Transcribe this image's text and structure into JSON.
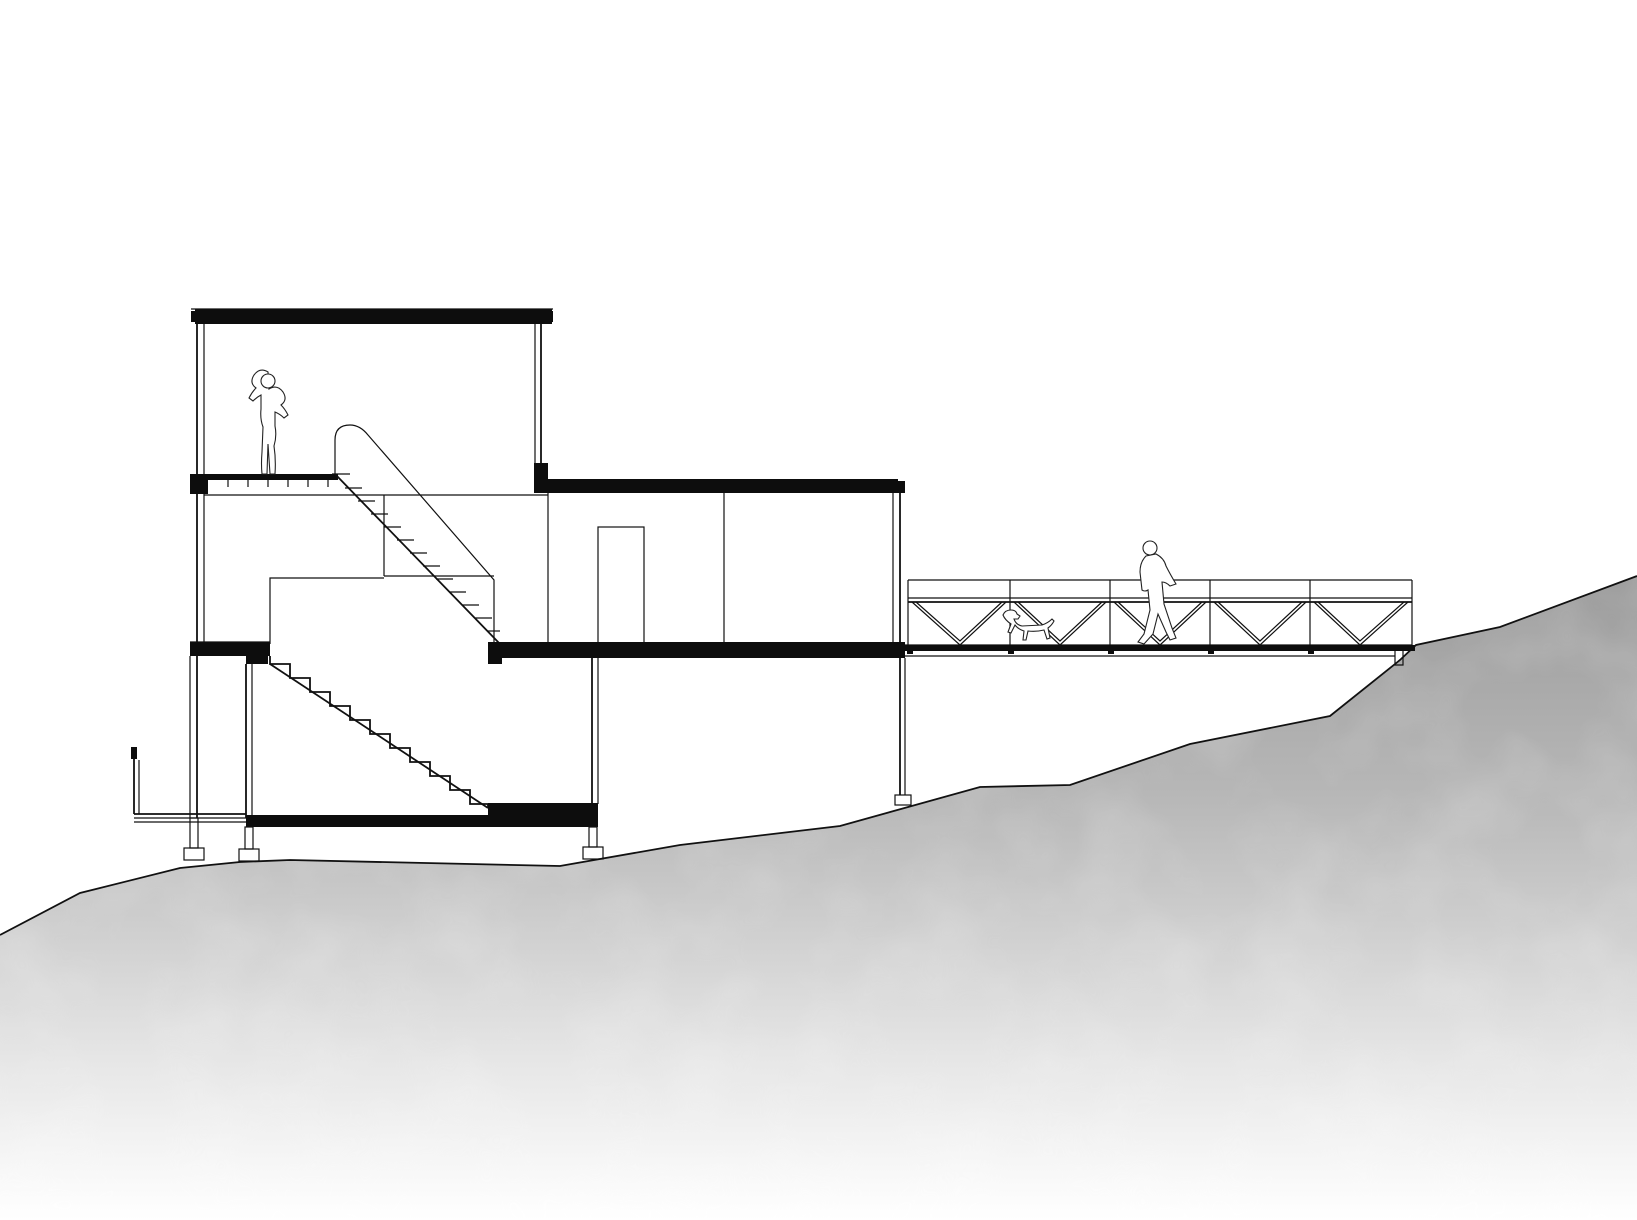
{
  "drawing": {
    "colors": {
      "ink": "#0d0d0d",
      "line": "#111111",
      "ground_dark": "#9a9a9a",
      "ground_light": "#ffffff",
      "background": "#ffffff"
    },
    "elements": [
      "terrain",
      "house-section",
      "roof-slab",
      "upper-floor-slab",
      "ground-floor-slab",
      "basement-slab",
      "stair-upper",
      "stair-lower",
      "truss-bridge",
      "person-on-roof-deck",
      "person-walking",
      "dog"
    ],
    "stair_upper_treads": 13,
    "stair_lower_treads": 11,
    "bridge_truss_panels": 5
  }
}
